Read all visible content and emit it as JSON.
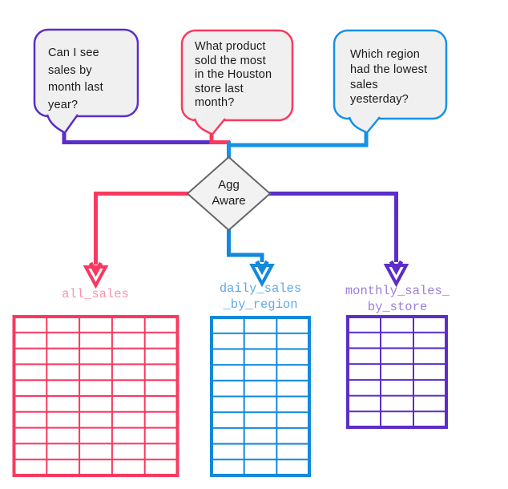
{
  "diagram": {
    "title_hidden": "",
    "queries": [
      {
        "text": "Can I see\nsales by\nmonth last\nyear?",
        "color": "#5B2EC8"
      },
      {
        "text": "What product\nsold the most\nin the Houston\nstore last\nmonth?",
        "color": "#F9395F"
      },
      {
        "text": "Which region\nhad the lowest\nsales\nyesterday?",
        "color": "#1691E6"
      }
    ],
    "decision": {
      "label": "Agg\nAware",
      "fill": "#F2F2F2",
      "stroke": "#666666"
    },
    "tables": [
      {
        "name": "all_sales",
        "color": "#F9395F",
        "label_color": "#FB93AB",
        "cols": 5,
        "rows": 10
      },
      {
        "name": "daily_sales\n_by_region",
        "color": "#1289DB",
        "label_color": "#5FA9E9",
        "cols": 3,
        "rows": 10
      },
      {
        "name": "monthly_sales_\nby_store",
        "color": "#5B2EC8",
        "label_color": "#9B7FD9",
        "cols": 3,
        "rows": 7
      }
    ],
    "bubble_fill": "#F0F0F0",
    "arrow_fill": "#FFFFFF",
    "text_color": "#1A1A1A"
  }
}
